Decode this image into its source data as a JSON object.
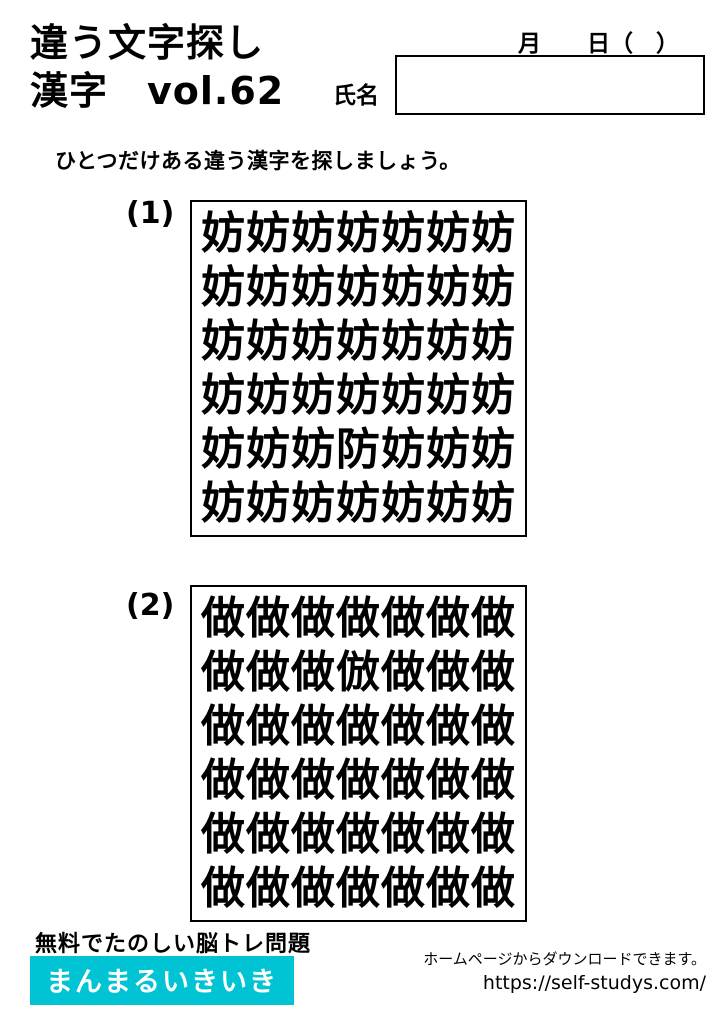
{
  "page": {
    "title_line1": "違う文字探し",
    "title_line2": "漢字　vol.62",
    "date_label": "月　　日（　）",
    "name_label": "氏名",
    "instruction": "ひとつだけある違う漢字を探しましょう。"
  },
  "puzzles": [
    {
      "label": "(1)",
      "rows": [
        "妨妨妨妨妨妨妨",
        "妨妨妨妨妨妨妨",
        "妨妨妨妨妨妨妨",
        "妨妨妨妨妨妨妨",
        "妨妨妨防妨妨妨",
        "妨妨妨妨妨妨妨"
      ]
    },
    {
      "label": "(2)",
      "rows": [
        "做做做做做做做",
        "做做做倣做做做",
        "做做做做做做做",
        "做做做做做做做",
        "做做做做做做做",
        "做做做做做做做"
      ]
    }
  ],
  "footer": {
    "tagline": "無料でたのしい脳トレ問題",
    "brand": "まんまるいきいき",
    "brand_color": "#00c4d4",
    "download_note": "ホームページからダウンロードできます。",
    "url": "https://self-studys.com/"
  }
}
